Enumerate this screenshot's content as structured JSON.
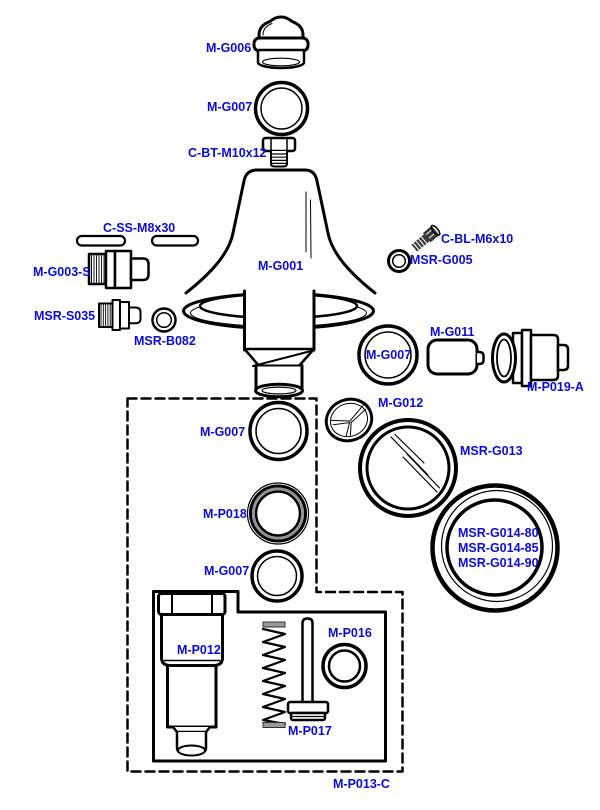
{
  "diagram": {
    "type": "exploded-parts-diagram",
    "colors": {
      "background": "#ffffff",
      "line": "#000000",
      "label": "#0b0bd8"
    },
    "parts": {
      "m_g006": "M-G006",
      "m_g007": "M-G007",
      "c_bt_m10x12": "C-BT-M10x12",
      "c_ss_m8x30": "C-SS-M8x30",
      "m_g003_s": "M-G003-S",
      "msr_s035": "MSR-S035",
      "msr_b082": "MSR-B082",
      "m_g001": "M-G001",
      "c_bl_m6x10": "C-BL-M6x10",
      "msr_g005": "MSR-G005",
      "m_g011": "M-G011",
      "m_p019_a": "M-P019-A",
      "m_g012": "M-G012",
      "msr_g013": "MSR-G013",
      "msr_g014_80": "MSR-G014-80",
      "msr_g014_85": "MSR-G014-85",
      "msr_g014_90": "MSR-G014-90",
      "m_p018": "M-P018",
      "m_p012": "M-P012",
      "m_p016": "M-P016",
      "m_p017": "M-P017",
      "m_p013_c": "M-P013-C"
    }
  }
}
